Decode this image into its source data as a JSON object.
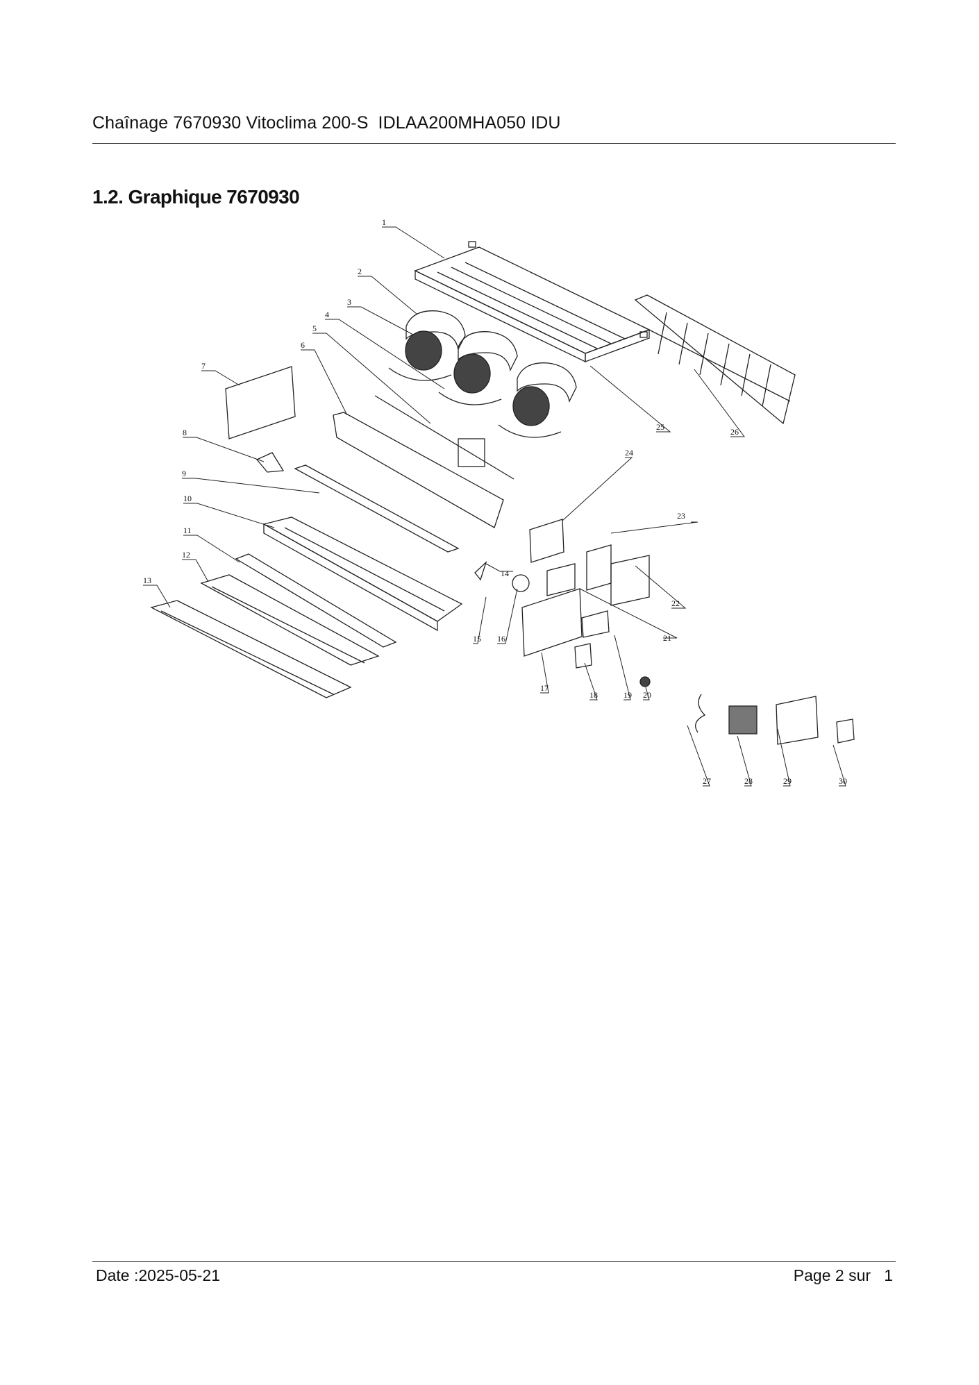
{
  "header": {
    "title": "Chaînage 7670930 Vitoclima 200-S  IDLAA200MHA050 IDU"
  },
  "section": {
    "title": "1.2. Graphique 7670930"
  },
  "diagram": {
    "callouts": [
      "1",
      "2",
      "3",
      "4",
      "5",
      "6",
      "7",
      "8",
      "9",
      "10",
      "11",
      "12",
      "13",
      "14",
      "15",
      "16",
      "17",
      "18",
      "19",
      "20",
      "21",
      "22",
      "23",
      "24",
      "25",
      "26",
      "27",
      "28",
      "29",
      "30"
    ]
  },
  "footer": {
    "date": "Date :2025-05-21",
    "page_label": "Page 2 sur",
    "page_total": "1"
  }
}
